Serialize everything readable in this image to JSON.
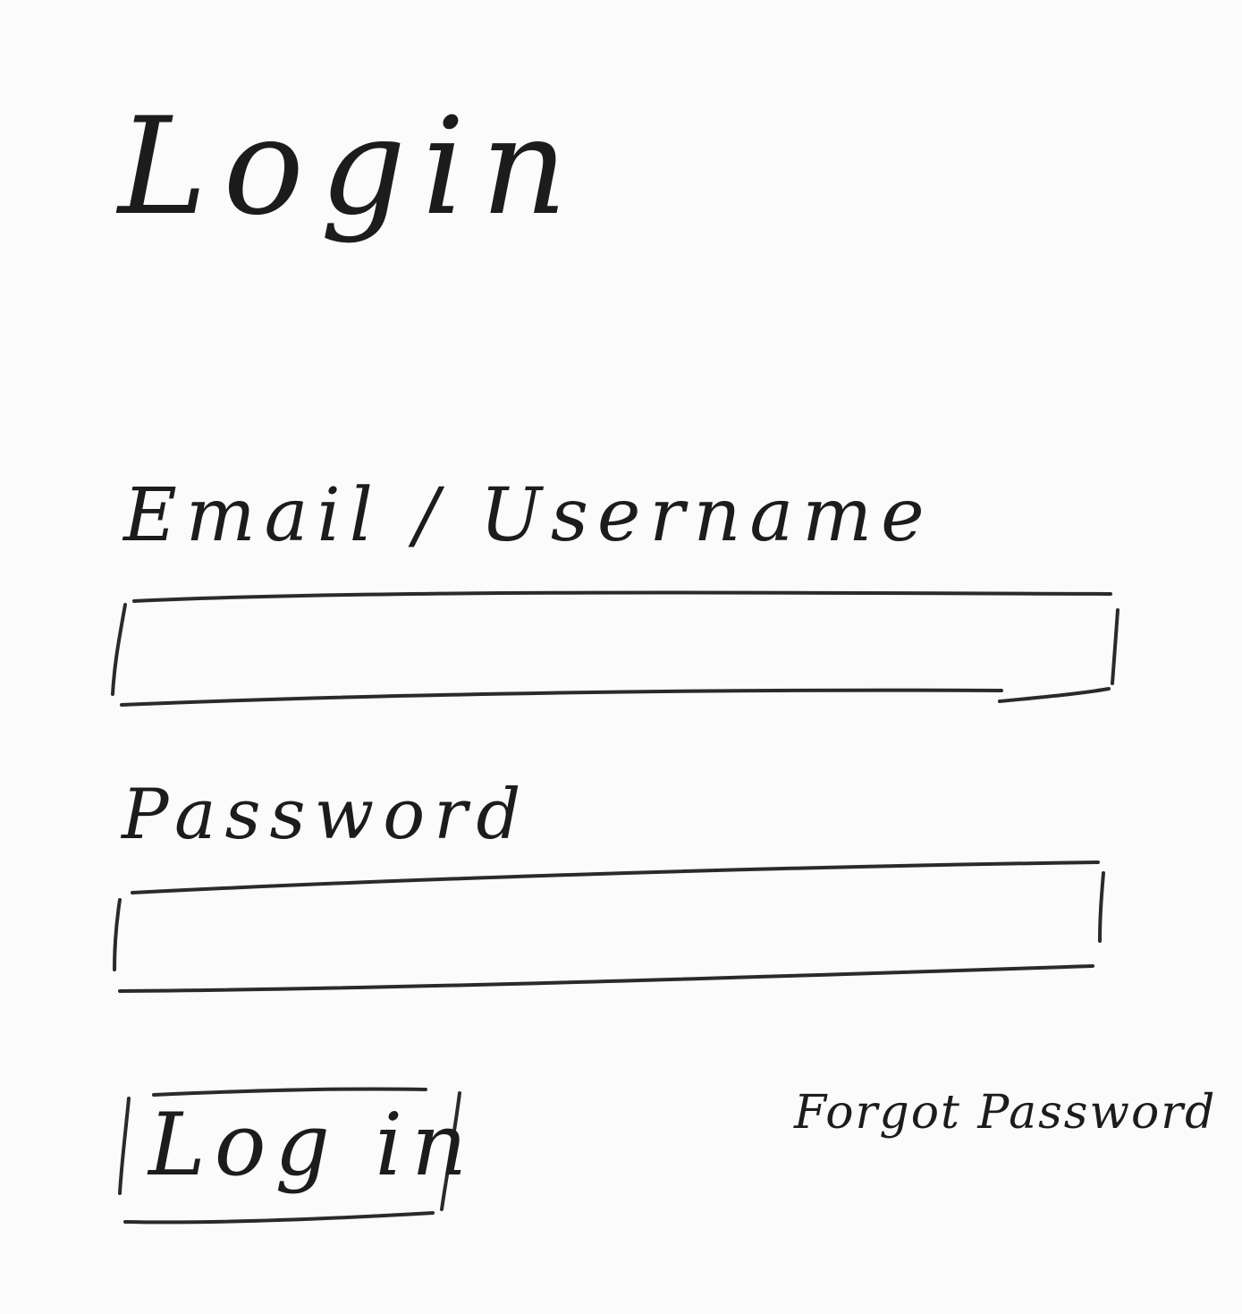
{
  "login_form": {
    "title": "Login",
    "email_label": "Email / Username",
    "email_value": "",
    "password_label": "Password",
    "password_value": "",
    "login_button_label": "Log in",
    "forgot_password_label": "Forgot Password"
  }
}
